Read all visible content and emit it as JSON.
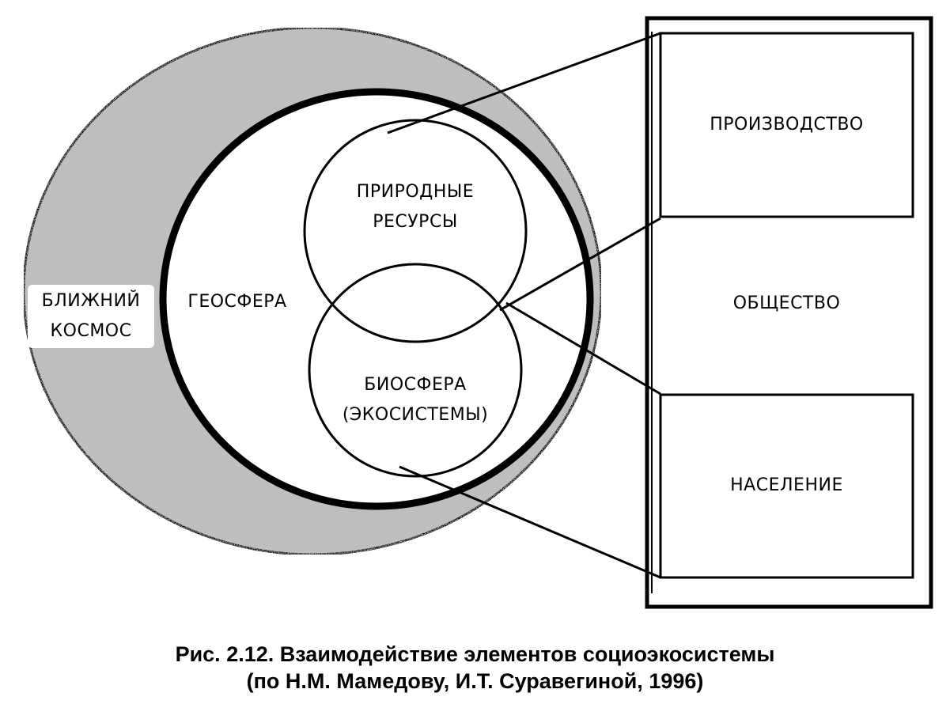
{
  "diagram": {
    "outer_ring": {
      "label_line1": "БЛИЖНИЙ",
      "label_line2": "КОСМОС"
    },
    "inner_circle": {
      "label": "ГЕОСФЕРА"
    },
    "upper_circle": {
      "label_line1": "ПРИРОДНЫЕ",
      "label_line2": "РЕСУРСЫ"
    },
    "lower_circle": {
      "label_line1": "БИОСФЕРА",
      "label_line2": "(ЭКОСИСТЕМЫ)"
    },
    "society_box": {
      "top": "ПРОИЗВОДСТВО",
      "middle": "ОБЩЕСТВО",
      "bottom": "НАСЕЛЕНИЕ"
    }
  },
  "caption": {
    "line1": "Рис. 2.12. Взаимодействие элементов социоэкосистемы",
    "line2": "(по Н.М. Мамедову, И.Т. Суравегиной, 1996)"
  },
  "colors": {
    "ink": "#000000",
    "ring_fill": "#b5b5b5",
    "paper": "#ffffff"
  }
}
